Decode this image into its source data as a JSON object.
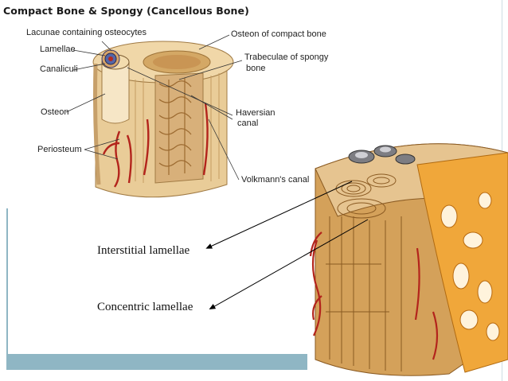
{
  "top_diagram": {
    "title": "Compact Bone & Spongy (Cancellous Bone)",
    "labels": {
      "lacunae": "Lacunae containing osteocytes",
      "lamellae": "Lamellae",
      "canaliculi": "Canaliculi",
      "osteon": "Osteon",
      "periosteum": "Periosteum",
      "osteon_compact": "Osteon of compact bone",
      "trabeculae_1": "Trabeculae of  spongy",
      "trabeculae_2": "bone",
      "haversian_1": "Haversian",
      "haversian_2": "canal",
      "volkmann": "Volkmann's canal"
    }
  },
  "right_diagram": {
    "labels": {
      "interstitial": "Interstitial lamellae",
      "concentric": "Concentric lamellae"
    }
  },
  "colors": {
    "accent_band": "#8fb6c4",
    "bone_light": "#f2dcb2",
    "bone_mid": "#d9b27a",
    "vessel_red": "#b3241c"
  }
}
